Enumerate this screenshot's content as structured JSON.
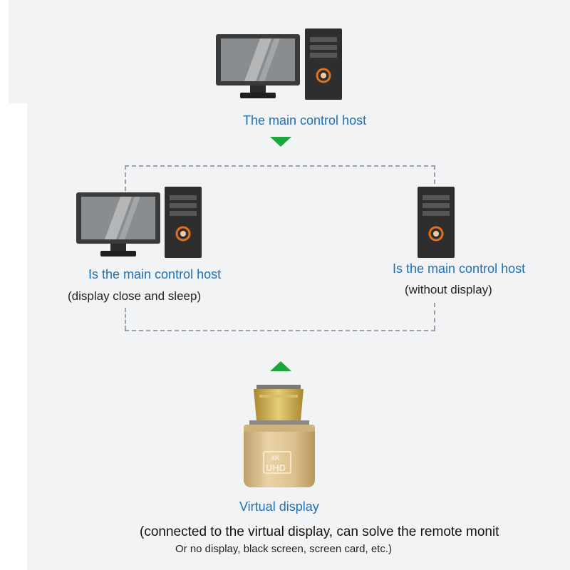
{
  "labels": {
    "main_host": "The main control host",
    "left_host": "Is the main control host",
    "left_host_note": "(display close and sleep)",
    "right_host": "Is the main control host",
    "right_host_note": "(without display)",
    "virtual_display": "Virtual display",
    "virtual_display_note": "(connected to the virtual display, can solve the remote monit",
    "virtual_display_note2": "Or no display, black screen, screen card, etc.)",
    "device_badge_top": "4K",
    "device_badge": "UHD"
  },
  "icons": {
    "top_monitor": "monitor-icon",
    "top_tower": "pc-tower-icon",
    "left_monitor": "monitor-icon",
    "left_tower": "pc-tower-icon",
    "right_tower": "pc-tower-icon",
    "hdmi_dongle": "hdmi-dummy-plug-icon",
    "arrow_down": "arrow-down-icon",
    "arrow_up": "arrow-up-icon"
  },
  "colors": {
    "label_blue": "#1f6fb6",
    "arrow_green": "#1da63a",
    "background": "#f2f3f5",
    "connector_gold": "#c9a84c",
    "dongle_body": "#d9bf8e"
  }
}
